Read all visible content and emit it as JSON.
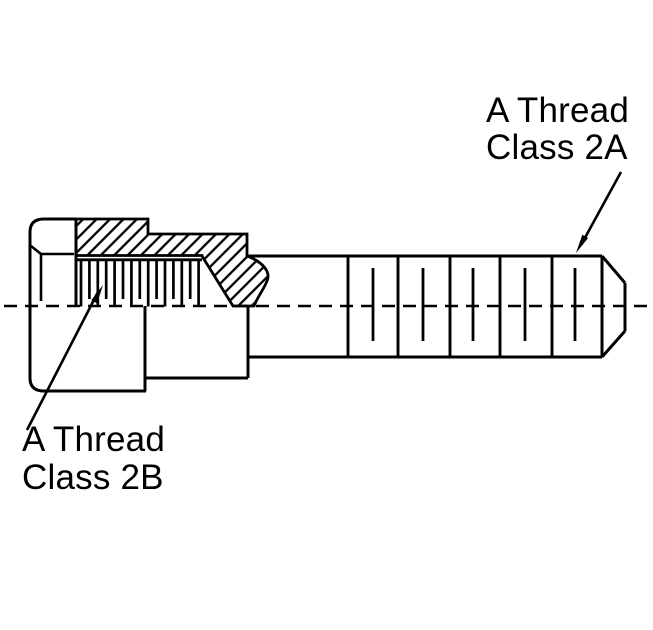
{
  "page": {
    "background_color": "#ffffff",
    "ink_color": "#000000"
  },
  "drawing": {
    "type": "thread-engagement-section-view",
    "labels": {
      "thread_class_2a": {
        "line1": "A Thread",
        "line2": "Class 2A"
      },
      "thread_class_2b": {
        "line1": "A Thread",
        "line2": "Class 2B"
      }
    }
  }
}
